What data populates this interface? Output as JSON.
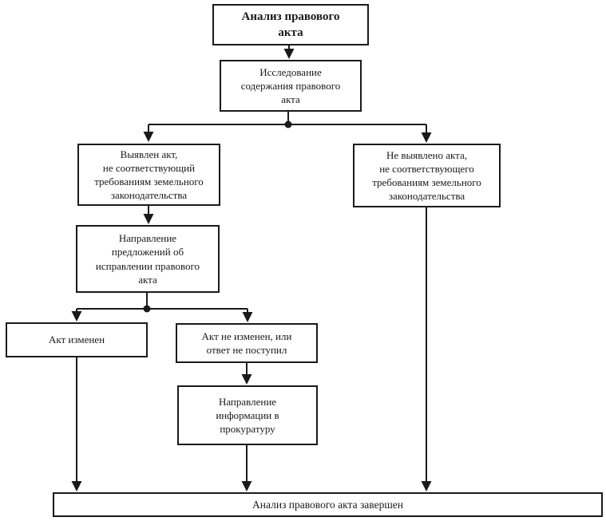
{
  "flowchart": {
    "title": "Анализ правового акта",
    "colors": {
      "ink": "#1a1a1a",
      "background": "#ffffff"
    },
    "nodes": {
      "start": {
        "label": "Анализ правового\nакта"
      },
      "research": {
        "label": "Исследование\nсодержания правового\nакта"
      },
      "act_found": {
        "label": "Выявлен акт,\nне соответствующий\nтребованиям земельного\nзаконодательства"
      },
      "act_not_found": {
        "label": "Не выявлено акта,\nне соответствующего\nтребованиям земельного\nзаконодательства"
      },
      "send_proposals": {
        "label": "Направление\nпредложений об\nисправлении правового\nакта"
      },
      "act_changed": {
        "label": "Акт изменен"
      },
      "act_not_changed": {
        "label": "Акт не изменен, или\nответ не поступил"
      },
      "inform_prosecutor": {
        "label": "Направление\nинформации в\nпрокуратуру"
      },
      "finished": {
        "label": "Анализ правового акта завершен"
      }
    },
    "edges": [
      "start -> research",
      "research -> act_found",
      "research -> act_not_found",
      "act_found -> send_proposals",
      "send_proposals -> act_changed",
      "send_proposals -> act_not_changed",
      "act_not_changed -> inform_prosecutor",
      "act_changed -> finished",
      "inform_prosecutor -> finished",
      "act_not_found -> finished"
    ]
  }
}
